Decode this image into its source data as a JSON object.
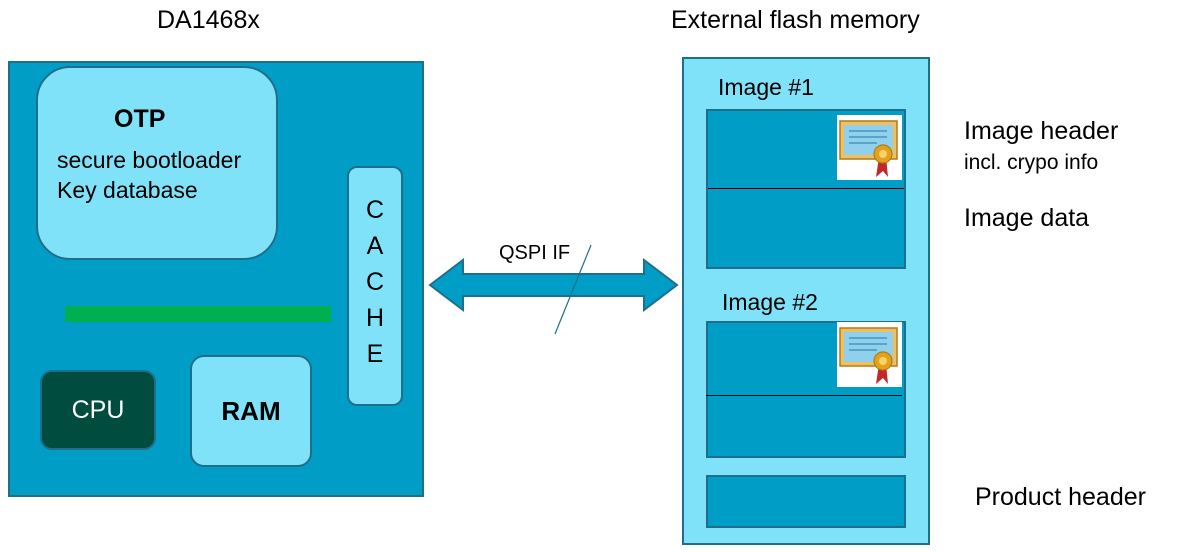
{
  "chip": {
    "title": "DA1468x",
    "otp": {
      "title": "OTP",
      "line1": "secure bootloader",
      "line2": "Key database"
    },
    "cache_letters": [
      "C",
      "A",
      "C",
      "H",
      "E"
    ],
    "cpu_label": "CPU",
    "ram_label": "RAM"
  },
  "interface": {
    "label": "QSPI IF"
  },
  "flash": {
    "title": "External flash memory",
    "image1_label": "Image #1",
    "image2_label": "Image #2"
  },
  "legend": {
    "image_header": "Image header",
    "image_header_sub": "incl. crypo info",
    "image_data": "Image data",
    "product_header": "Product header"
  },
  "colors": {
    "chip_fill": "#009ec7",
    "light_fill": "#80e2f8",
    "cpu_fill": "#004d40",
    "bus": "#00b050",
    "border": "#1f6e8a"
  },
  "icons": [
    "certificate-icon"
  ]
}
